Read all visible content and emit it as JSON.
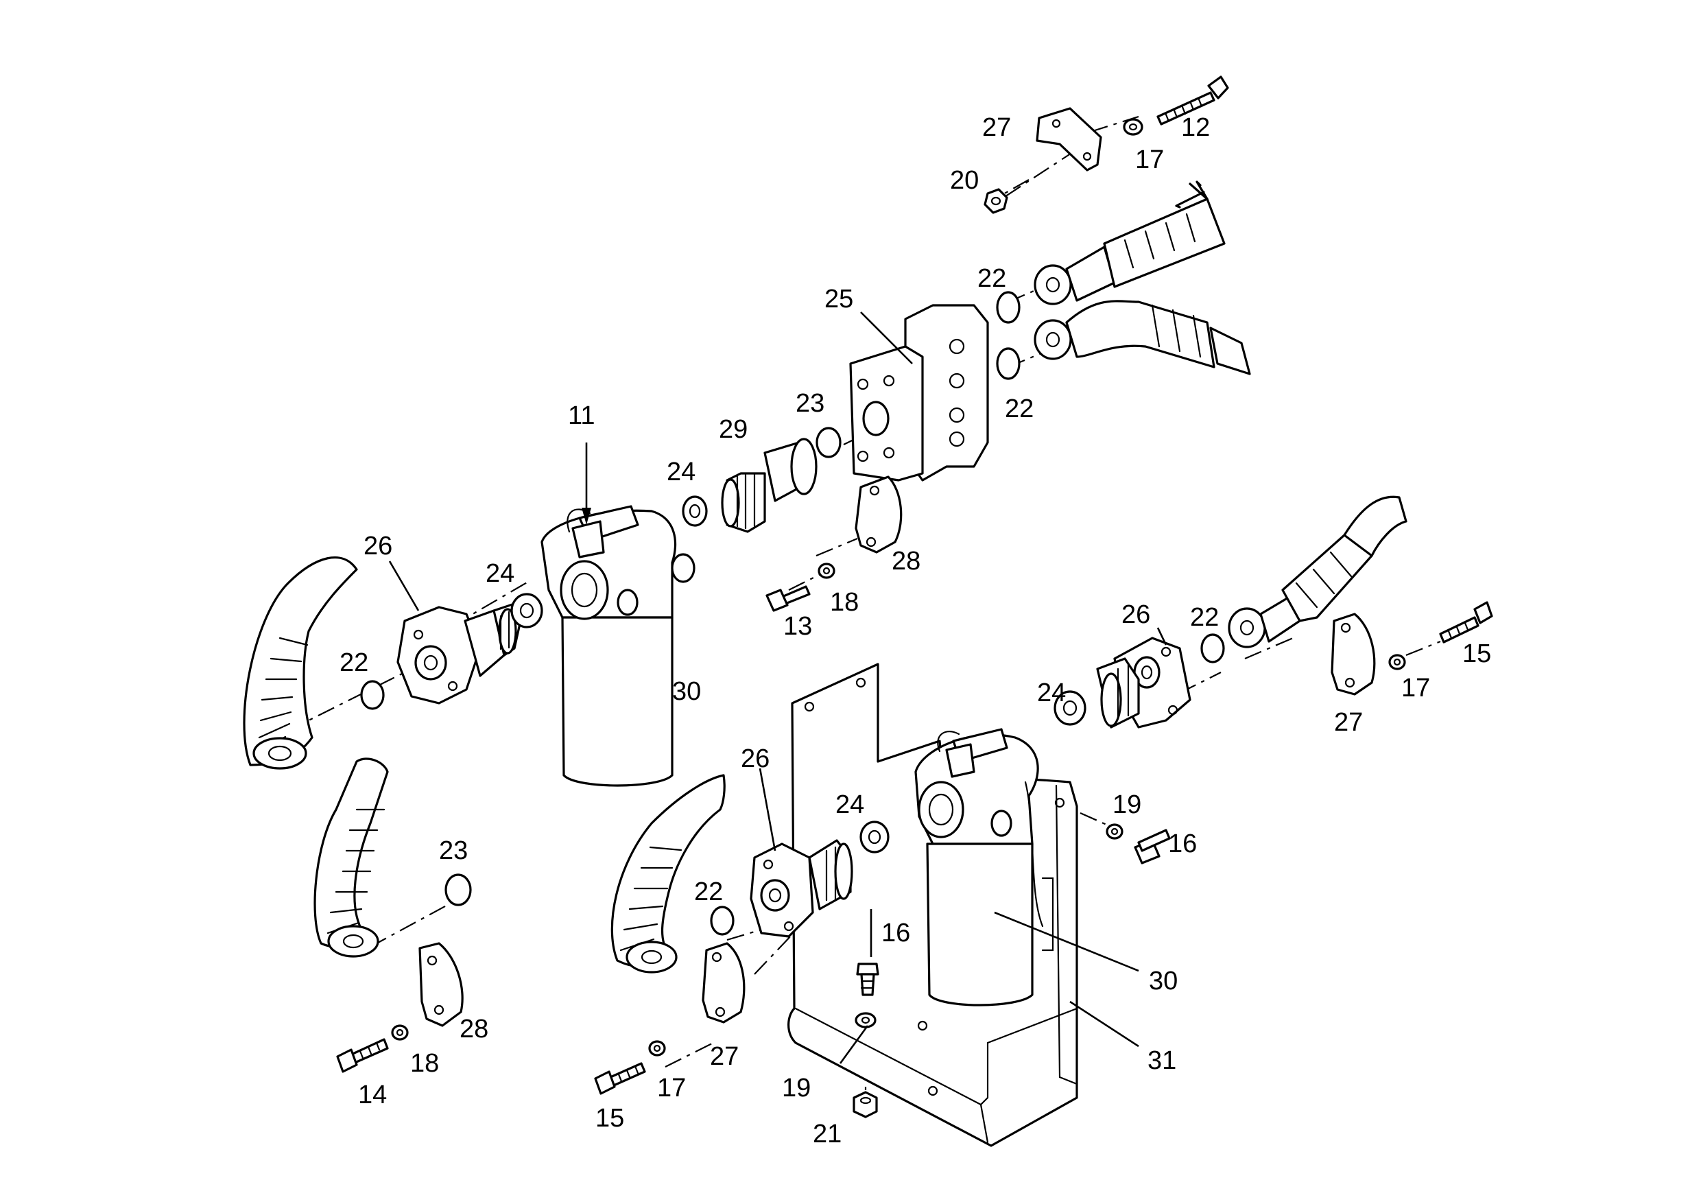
{
  "drawing": {
    "type": "exploded-parts-diagram",
    "line_color": "#000000",
    "background_color": "#ffffff"
  },
  "callouts": [
    {
      "key": "c11",
      "text": "11"
    },
    {
      "key": "c12",
      "text": "12"
    },
    {
      "key": "c13",
      "text": "13"
    },
    {
      "key": "c14",
      "text": "14"
    },
    {
      "key": "c15a",
      "text": "15"
    },
    {
      "key": "c15b",
      "text": "15"
    },
    {
      "key": "c16a",
      "text": "16"
    },
    {
      "key": "c16b",
      "text": "16"
    },
    {
      "key": "c17a",
      "text": "17"
    },
    {
      "key": "c17b",
      "text": "17"
    },
    {
      "key": "c17c",
      "text": "17"
    },
    {
      "key": "c18a",
      "text": "18"
    },
    {
      "key": "c18b",
      "text": "18"
    },
    {
      "key": "c19a",
      "text": "19"
    },
    {
      "key": "c19b",
      "text": "19"
    },
    {
      "key": "c20",
      "text": "20"
    },
    {
      "key": "c21",
      "text": "21"
    },
    {
      "key": "c22a",
      "text": "22"
    },
    {
      "key": "c22b",
      "text": "22"
    },
    {
      "key": "c22c",
      "text": "22"
    },
    {
      "key": "c22d",
      "text": "22"
    },
    {
      "key": "c22e",
      "text": "22"
    },
    {
      "key": "c23a",
      "text": "23"
    },
    {
      "key": "c23b",
      "text": "23"
    },
    {
      "key": "c24a",
      "text": "24"
    },
    {
      "key": "c24b",
      "text": "24"
    },
    {
      "key": "c24c",
      "text": "24"
    },
    {
      "key": "c24d",
      "text": "24"
    },
    {
      "key": "c25",
      "text": "25"
    },
    {
      "key": "c26a",
      "text": "26"
    },
    {
      "key": "c26b",
      "text": "26"
    },
    {
      "key": "c26c",
      "text": "26"
    },
    {
      "key": "c27a",
      "text": "27"
    },
    {
      "key": "c27b",
      "text": "27"
    },
    {
      "key": "c27c",
      "text": "27"
    },
    {
      "key": "c28a",
      "text": "28"
    },
    {
      "key": "c28b",
      "text": "28"
    },
    {
      "key": "c29",
      "text": "29"
    },
    {
      "key": "c30a",
      "text": "30"
    },
    {
      "key": "c30b",
      "text": "30"
    },
    {
      "key": "c31",
      "text": "31"
    }
  ]
}
